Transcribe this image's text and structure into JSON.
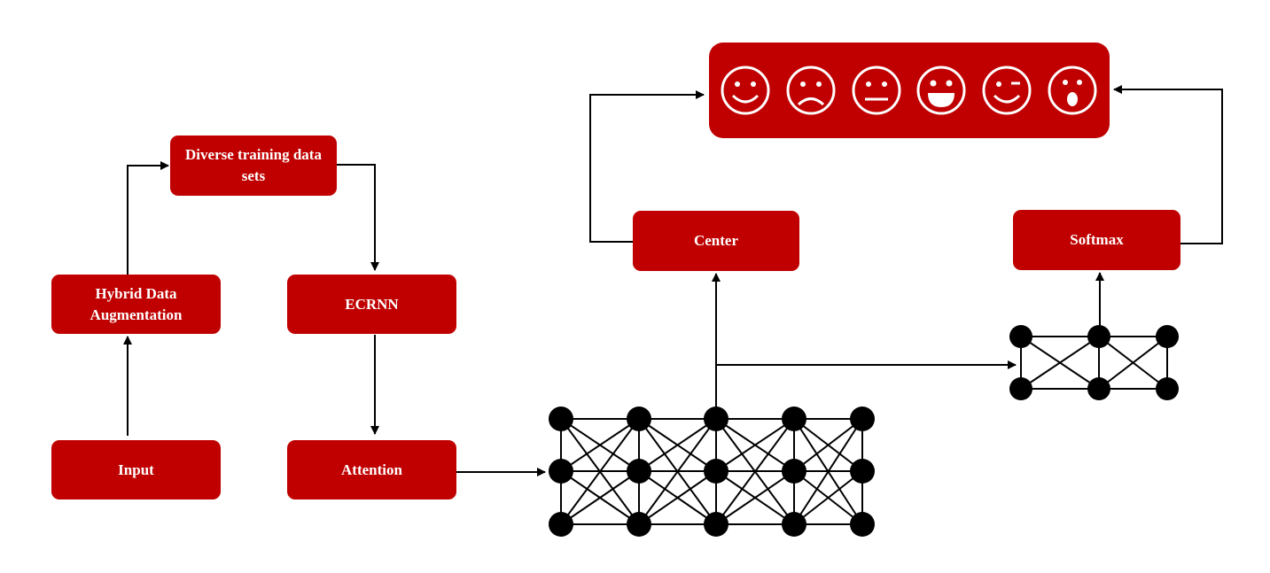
{
  "boxes": {
    "input": "Input",
    "hybrid": "Hybrid Data Augmentation",
    "diverse": "Diverse training data sets",
    "ecrnn": "ECRNN",
    "attention": "Attention",
    "center": "Center",
    "softmax": "Softmax"
  },
  "emotions": [
    "smile",
    "sad",
    "neutral",
    "laugh",
    "wink",
    "surprised"
  ],
  "colors": {
    "box": "#c00000",
    "text": "#ffffff",
    "line": "#000000",
    "node": "#000000"
  }
}
